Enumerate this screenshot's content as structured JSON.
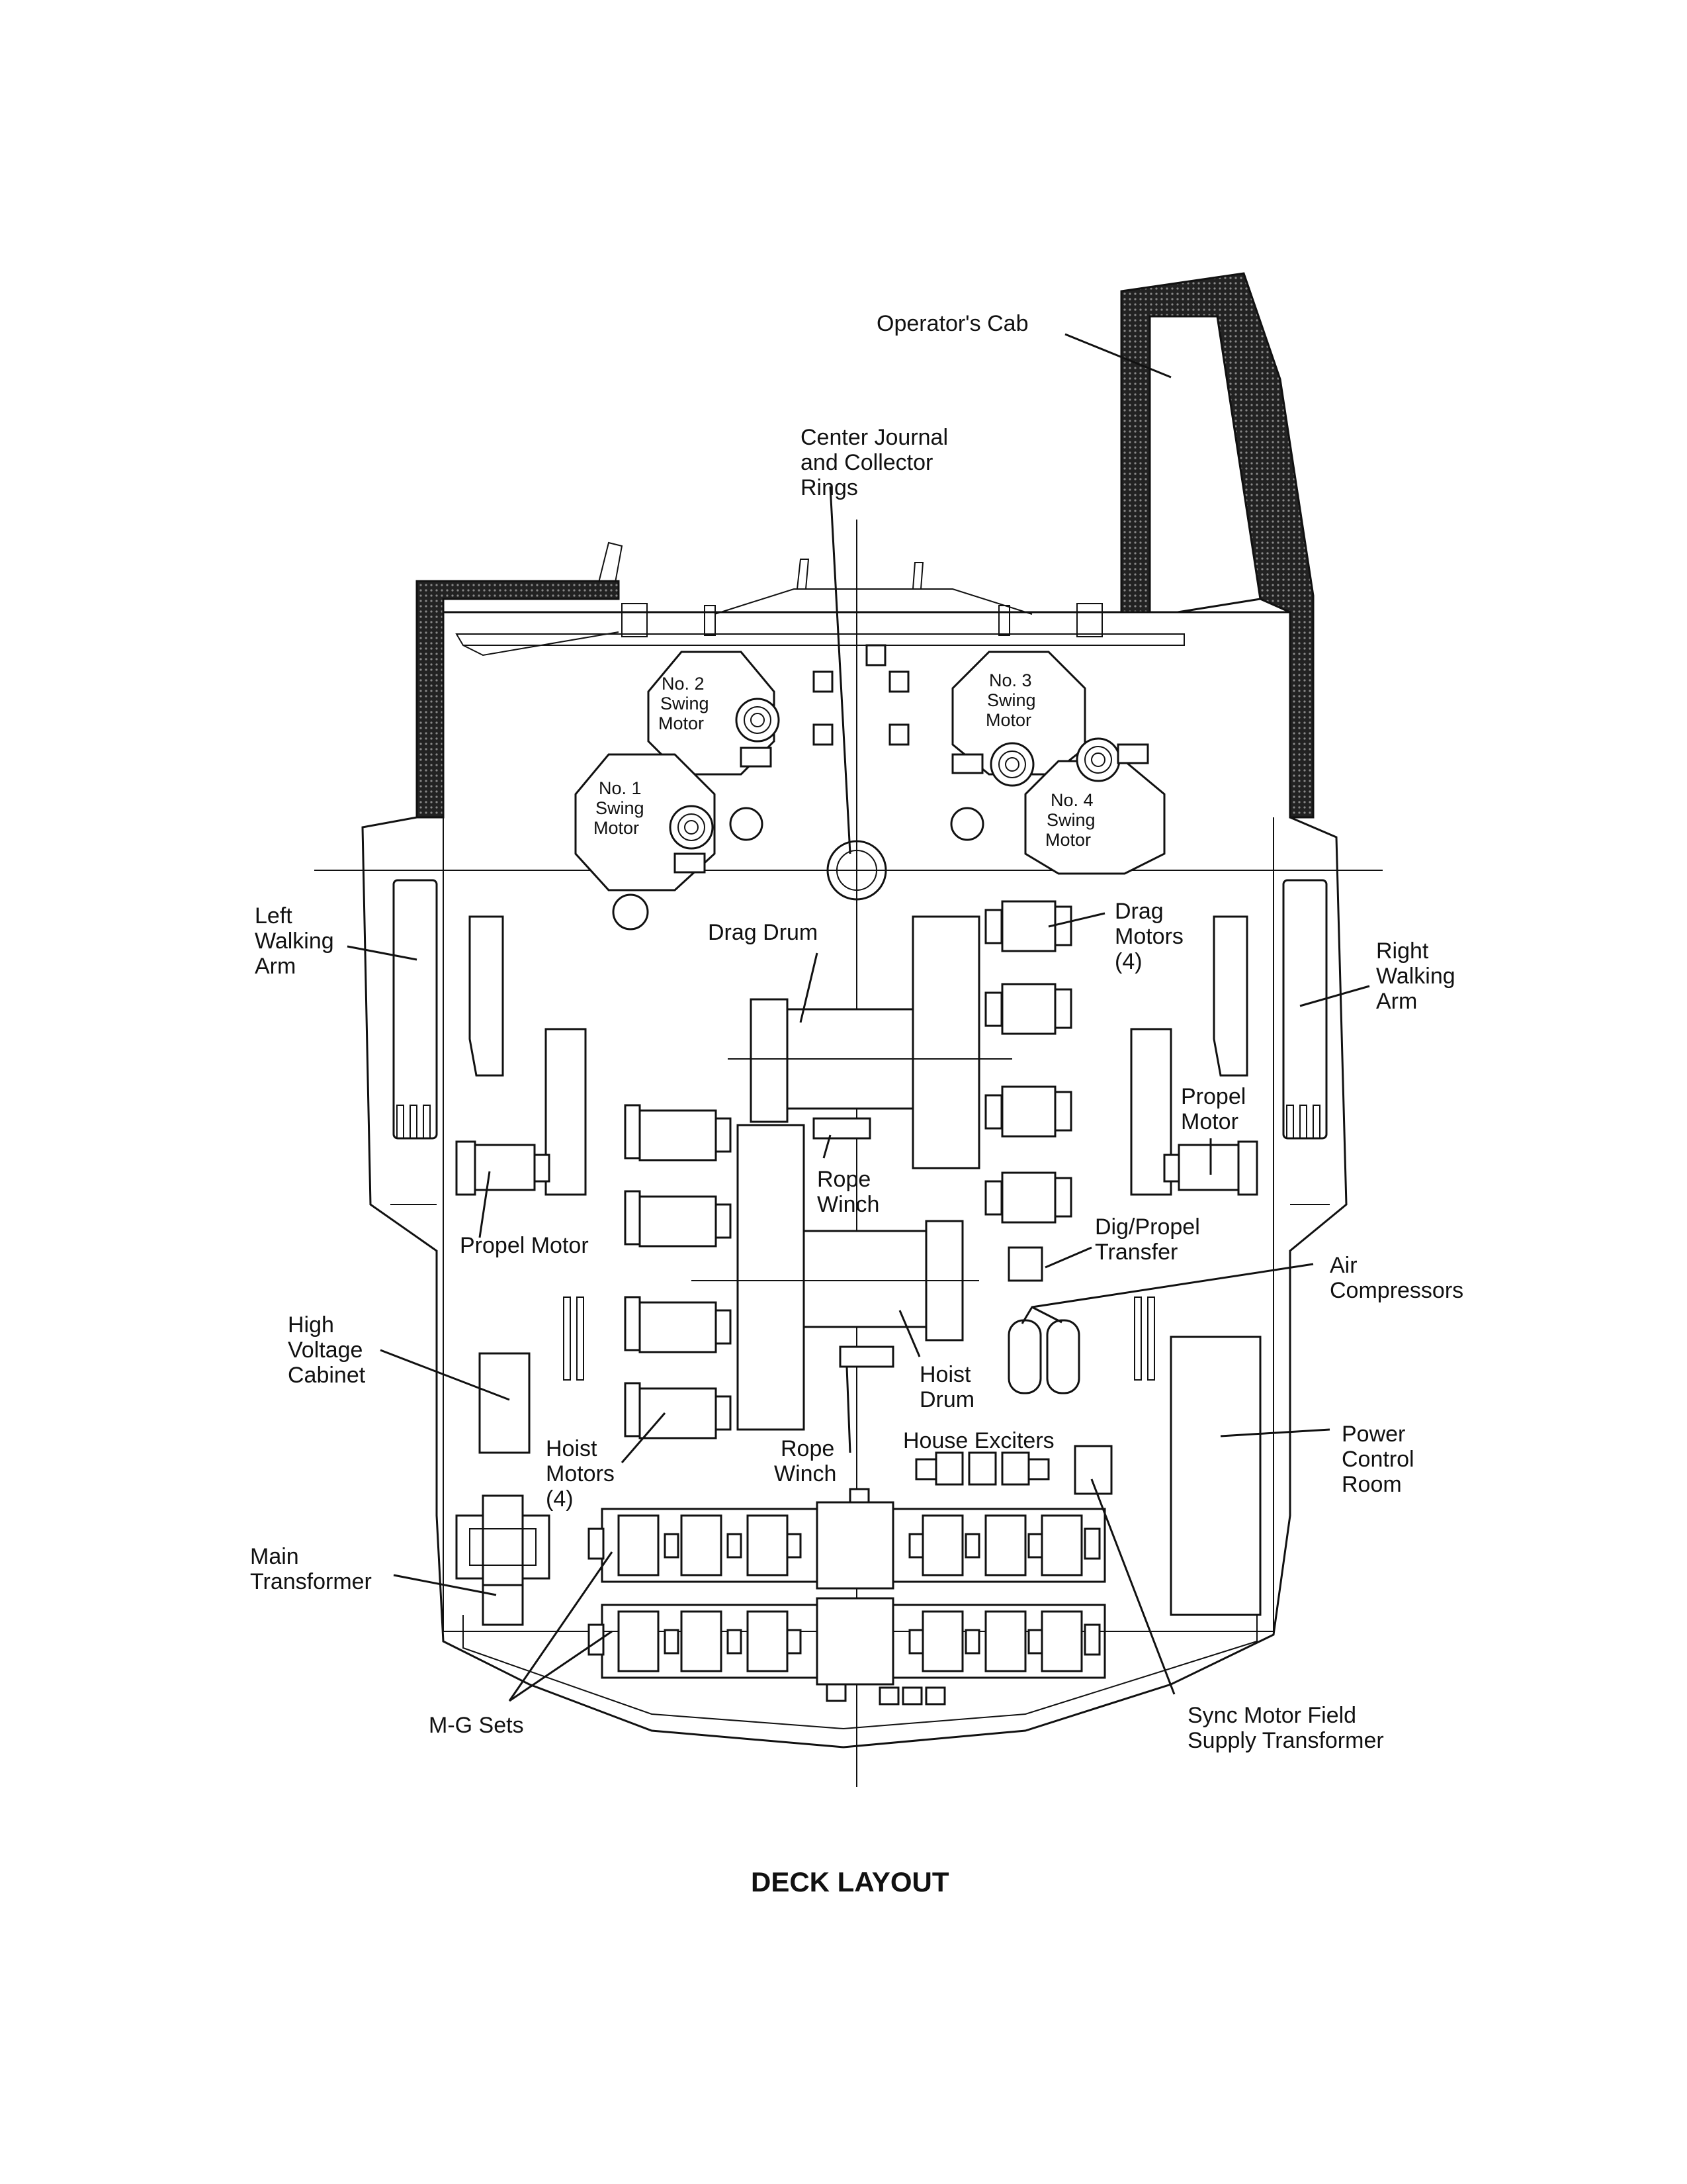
{
  "title": "DECK LAYOUT",
  "labels": {
    "operators_cab": "Operator's Cab",
    "center_journal": [
      "Center Journal",
      "and Collector",
      "Rings"
    ],
    "no2_swing": [
      "No. 2",
      "Swing",
      "Motor"
    ],
    "no1_swing": [
      "No. 1",
      "Swing",
      "Motor"
    ],
    "no3_swing": [
      "No. 3",
      "Swing",
      "Motor"
    ],
    "no4_swing": [
      "No. 4",
      "Swing",
      "Motor"
    ],
    "left_walking_arm": [
      "Left",
      "Walking",
      "Arm"
    ],
    "right_walking_arm": [
      "Right",
      "Walking",
      "Arm"
    ],
    "drag_drum": "Drag Drum",
    "drag_motors": [
      "Drag",
      "Motors",
      "(4)"
    ],
    "propel_motor_right": [
      "Propel",
      "Motor"
    ],
    "rope_winch_upper": [
      "Rope",
      "Winch"
    ],
    "propel_motor_left": "Propel Motor",
    "dig_propel_transfer": [
      "Dig/Propel",
      "Transfer"
    ],
    "air_compressors": [
      "Air",
      "Compressors"
    ],
    "high_voltage_cabinet": [
      "High",
      "Voltage",
      "Cabinet"
    ],
    "hoist_drum": [
      "Hoist",
      "Drum"
    ],
    "hoist_motors": [
      "Hoist",
      "Motors",
      "(4)"
    ],
    "rope_winch_lower": [
      "Rope",
      "Winch"
    ],
    "house_exciters": "House Exciters",
    "power_control_room": [
      "Power",
      "Control",
      "Room"
    ],
    "main_transformer": [
      "Main",
      "Transformer"
    ],
    "mg_sets": "M-G Sets",
    "sync_motor": [
      "Sync Motor Field",
      "Supply Transformer"
    ]
  }
}
